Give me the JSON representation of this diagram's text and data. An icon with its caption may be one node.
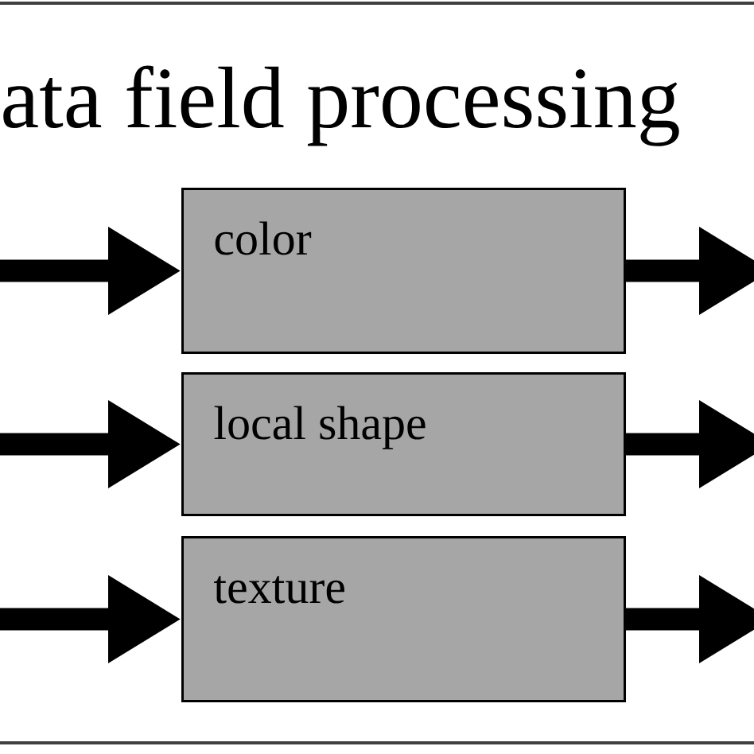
{
  "diagram": {
    "title": "ata field processing",
    "nodes": [
      {
        "text": [
          "color"
        ]
      },
      {
        "text": [
          "local shape"
        ]
      },
      {
        "text": [
          "texture"
        ]
      }
    ],
    "edges": [
      {
        "from": null,
        "to": 0,
        "arrow": "to"
      },
      {
        "from": null,
        "to": 1,
        "arrow": "to"
      },
      {
        "from": null,
        "to": 2,
        "arrow": "to"
      },
      {
        "from": 0,
        "to": null,
        "arrow": "to"
      },
      {
        "from": 1,
        "to": null,
        "arrow": "to"
      },
      {
        "from": 2,
        "to": null,
        "arrow": "to"
      }
    ]
  }
}
